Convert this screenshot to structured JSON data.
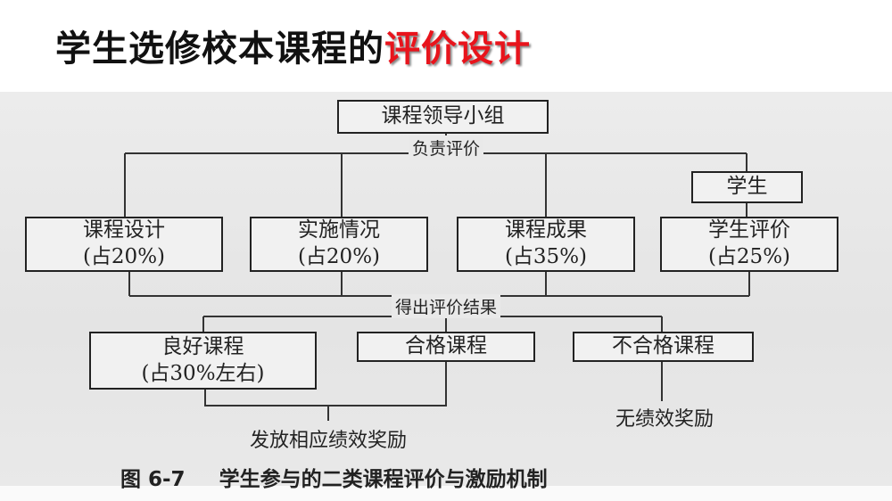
{
  "slide_title": {
    "black": "学生选修校本课程的",
    "red": "评价设计"
  },
  "diagram": {
    "top": "课程领导小组",
    "top_link": "负责评价",
    "student": "学生",
    "criteria": [
      {
        "name": "课程设计",
        "weight": "(占20%)"
      },
      {
        "name": "实施情况",
        "weight": "(占20%)"
      },
      {
        "name": "课程成果",
        "weight": "(占35%)"
      },
      {
        "name": "学生评价",
        "weight": "(占25%)"
      }
    ],
    "result_link": "得出评价结果",
    "outcomes": [
      {
        "name": "良好课程",
        "note": "(占30%左右)"
      },
      {
        "name": "合格课程"
      },
      {
        "name": "不合格课程"
      }
    ],
    "reward": "发放相应绩效奖励",
    "no_reward": "无绩效奖励",
    "caption_num": "图 6-7",
    "caption_text": "学生参与的二类课程评价与激励机制"
  }
}
